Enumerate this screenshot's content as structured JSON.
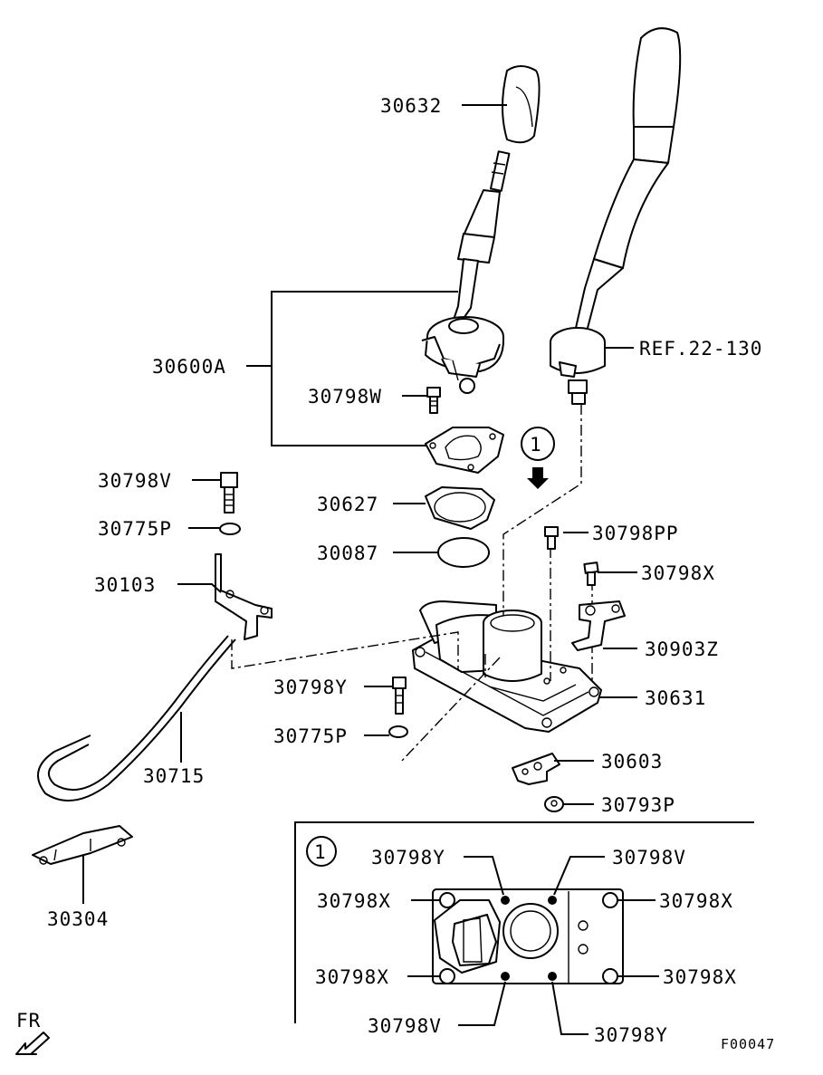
{
  "diagram_id": "F00047",
  "direction_label": "FR",
  "callout_number": "1",
  "parts": {
    "p30632": "30632",
    "p30600A": "30600A",
    "p30798W": "30798W",
    "p30798V": "30798V",
    "p30775P": "30775P",
    "p30103": "30103",
    "p30627": "30627",
    "p30087": "30087",
    "p30798PP": "30798PP",
    "p30798X": "30798X",
    "p30903Z": "30903Z",
    "p30631": "30631",
    "p30798Y": "30798Y",
    "p30715": "30715",
    "p30603": "30603",
    "p30793P": "30793P",
    "p30304": "30304",
    "ref": "REF.22-130"
  },
  "inset": {
    "callout_number": "1",
    "labels": {
      "top_left": "30798Y",
      "top_right": "30798V",
      "mid_left_upper": "30798X",
      "mid_right_upper": "30798X",
      "mid_left_lower": "30798X",
      "mid_right_lower": "30798X",
      "bottom_left": "30798V",
      "bottom_right": "30798Y"
    }
  }
}
